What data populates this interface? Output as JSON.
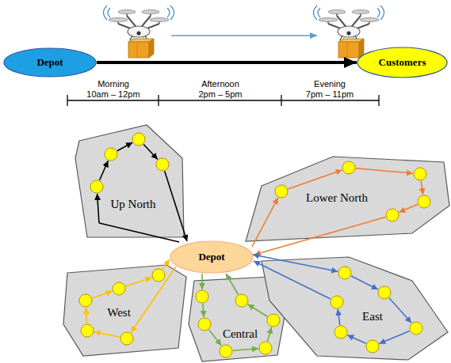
{
  "diagram": {
    "nodes": [
      {
        "text": [
          "Depot"
        ]
      },
      {
        "text": [
          "Customers"
        ]
      },
      {
        "text": [
          "Depot"
        ]
      },
      {
        "text": [
          "Up North"
        ]
      },
      {
        "text": [
          "Lower North"
        ]
      },
      {
        "text": [
          "West"
        ]
      },
      {
        "text": [
          "Central"
        ]
      },
      {
        "text": [
          "East"
        ]
      }
    ],
    "edges": [
      {
        "from": 0,
        "to": 1,
        "arrow": "to"
      }
    ],
    "labels": [
      "Morning",
      "10am – 12pm",
      "Afternoon",
      "2pm – 5pm",
      "Evening",
      "7pm – 11pm"
    ]
  }
}
